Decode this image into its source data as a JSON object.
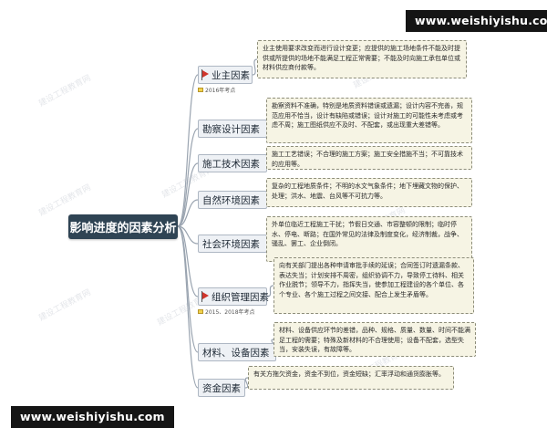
{
  "site_url": "www.weishiyishu.com",
  "watermark_text": "建设工程教育网",
  "root": "影响进度的因素分析",
  "branches": [
    {
      "label": "业主因素",
      "flag": true,
      "tag": "2016年考点",
      "detail": "业主使用要求改变而进行设计变更；应提供的施工场地条件不能及时提供或所提供的场地不能满足工程正常需要；不能及时向施工承包单位或材料供应商付款等。"
    },
    {
      "label": "勘察设计因素",
      "flag": false,
      "tag": "",
      "detail": "勘察资料不准确，特别是地质资料错误或遗漏；设计内容不完善，规范应用不恰当，设计有缺陷或错误；设计对施工的可能性未考虑或考虑不周；施工图纸供应不及时、不配套，或出现重大差错等。"
    },
    {
      "label": "施工技术因素",
      "flag": false,
      "tag": "",
      "detail": "施工工艺错误；不合理的施工方案；施工安全措施不当；不可靠技术的应用等。"
    },
    {
      "label": "自然环境因素",
      "flag": false,
      "tag": "",
      "detail": "复杂的工程地质条件；不明的水文气象条件；地下埋藏文物的保护、处理；洪水、地震、台风等不可抗力等。"
    },
    {
      "label": "社会环境因素",
      "flag": false,
      "tag": "",
      "detail": "外单位临近工程施工干扰；节假日交通、市容整顿的限制；临时停水、停电、断路；在国外常见的法律及制度变化，经济制裁，战争、骚乱、罢工、企业倒闭。"
    },
    {
      "label": "组织管理因素",
      "flag": true,
      "tag": "2015、2018年考点",
      "detail": "向有关部门提出各种申请审批手续的延误；合同签订时遗漏条款、表达失当；计划安排不周密，组织协调不力，导致停工待料、相关作业脱节；领导不力，指挥失当，使参加工程建设的各个单位、各个专业、各个施工过程之间交接、配合上发生矛盾等。"
    },
    {
      "label": "材料、设备因素",
      "flag": false,
      "tag": "",
      "detail": "材料、设备供应环节的差错，品种、规格、质量、数量、时间不能满足工程的需要；特殊及新材料的不合理使用；设备不配套，选型失当，安装失误，有故障等。"
    },
    {
      "label": "资金因素",
      "flag": false,
      "tag": "",
      "detail": "有关方拖欠资金，资金不到位，资金短缺；汇率浮动和通货膨胀等。"
    }
  ],
  "colors": {
    "root_bg": "#2f4454",
    "node_bg": "#eef1f5",
    "box_bg": "#f6f4e4",
    "flag": "#d0352b",
    "line": "#9aa4b0"
  }
}
